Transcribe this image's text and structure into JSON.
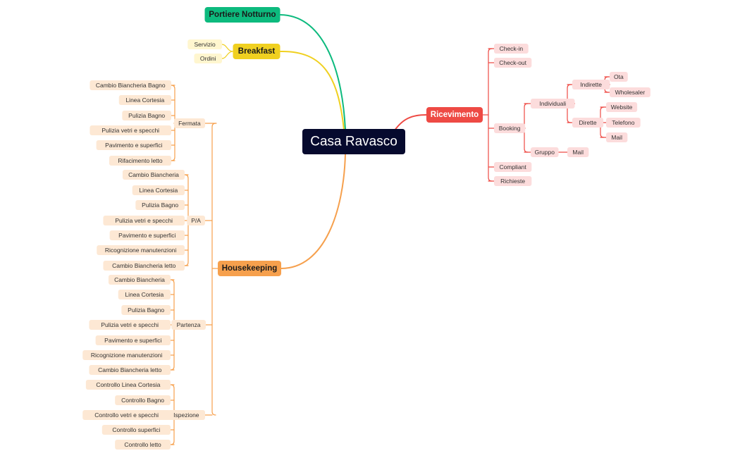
{
  "root": {
    "label": "Casa Ravasco"
  },
  "colors": {
    "root_bg": "#060a2e",
    "portiere": "#0dba7e",
    "breakfast": "#f0d020",
    "housekeeping": "#f6a04d",
    "ricevimento": "#ee4a44",
    "leaf_yellow": "#fff6cf",
    "leaf_orange": "#fde8d4",
    "leaf_red": "#fcdcdc"
  },
  "portiere": {
    "label": "Portiere Notturno"
  },
  "breakfast": {
    "label": "Breakfast",
    "children": [
      {
        "label": "Servizio"
      },
      {
        "label": "Ordini"
      }
    ]
  },
  "housekeeping": {
    "label": "Housekeeping",
    "groups": [
      {
        "label": "Fermata",
        "items": [
          {
            "label": "Cambio Biancheria Bagno"
          },
          {
            "label": "Linea Cortesia"
          },
          {
            "label": "Pulizia Bagno"
          },
          {
            "label": "Pulizia vetri e specchi"
          },
          {
            "label": "Pavimento e superfici"
          },
          {
            "label": "Rifacimento letto"
          }
        ]
      },
      {
        "label": "P/A",
        "items": [
          {
            "label": "Cambio Biancheria"
          },
          {
            "label": "Linea Cortesia"
          },
          {
            "label": "Pulizia Bagno"
          },
          {
            "label": "Pulizia vetri e specchi"
          },
          {
            "label": "Pavimento e superfici"
          },
          {
            "label": "Ricognizione manutenzioni"
          },
          {
            "label": "Cambio Biancheria letto"
          }
        ]
      },
      {
        "label": "Partenza",
        "items": [
          {
            "label": "Cambio Biancheria"
          },
          {
            "label": "Linea Cortesia"
          },
          {
            "label": "Pulizia Bagno"
          },
          {
            "label": "Pulizia vetri e specchi"
          },
          {
            "label": "Pavimento e superfici"
          },
          {
            "label": "Ricognizione manutenzioni"
          },
          {
            "label": "Cambio Biancheria letto"
          }
        ]
      },
      {
        "label": "Ispezione",
        "items": [
          {
            "label": "Controllo Linea Cortesia"
          },
          {
            "label": "Controllo Bagno"
          },
          {
            "label": "Controllo vetri e specchi"
          },
          {
            "label": "Controllo superfici"
          },
          {
            "label": "Controllo letto"
          }
        ]
      }
    ]
  },
  "ricevimento": {
    "label": "Ricevimento",
    "children": [
      {
        "label": "Check-in"
      },
      {
        "label": "Check-out"
      },
      {
        "label": "Booking",
        "children": [
          {
            "label": "Individuali",
            "children": [
              {
                "label": "Indirette",
                "children": [
                  {
                    "label": "Ota"
                  },
                  {
                    "label": "Wholesaler"
                  }
                ]
              },
              {
                "label": "Dirette",
                "children": [
                  {
                    "label": "Website"
                  },
                  {
                    "label": "Telefono"
                  },
                  {
                    "label": "Mail"
                  }
                ]
              }
            ]
          },
          {
            "label": "Gruppo",
            "children": [
              {
                "label": "Mail"
              }
            ]
          }
        ]
      },
      {
        "label": "Compliant"
      },
      {
        "label": "Richieste"
      }
    ]
  }
}
